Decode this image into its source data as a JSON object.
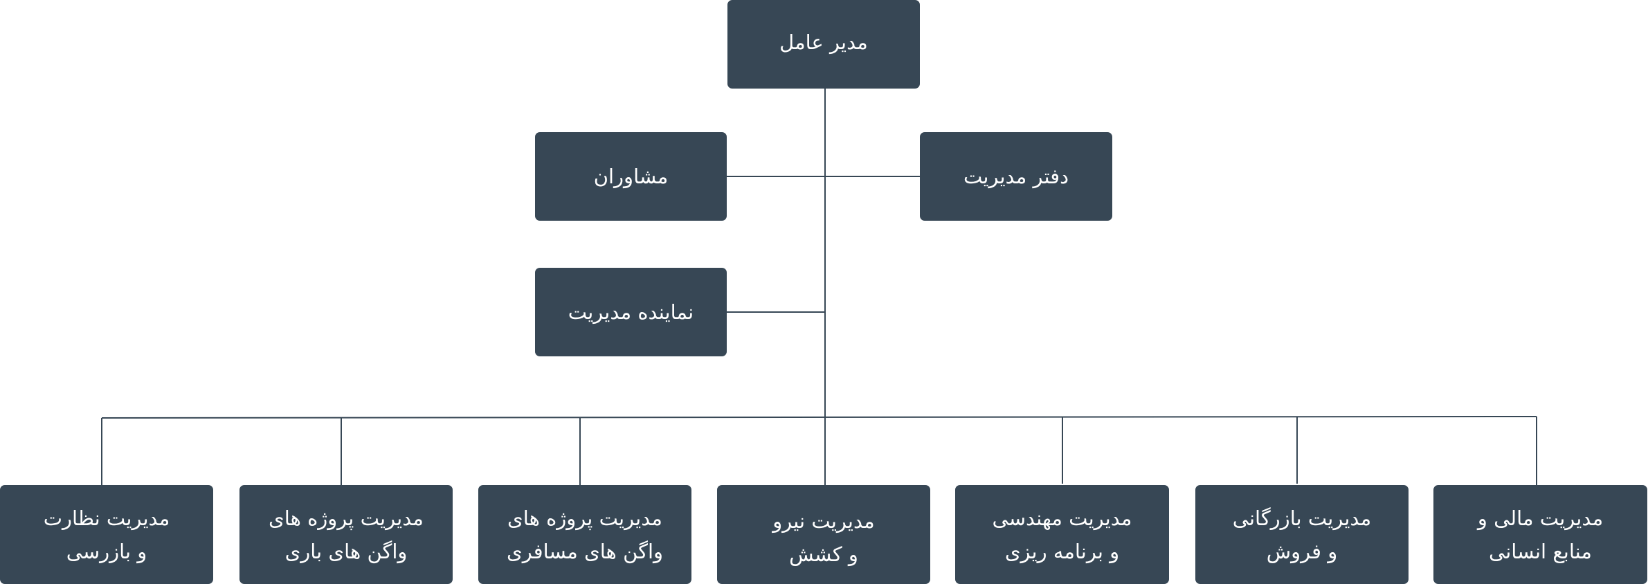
{
  "colors": {
    "box": "#374755",
    "line": "#374755",
    "text": "#ffffff"
  },
  "ceo": {
    "label": "مدیر عامل"
  },
  "advisors": {
    "label": "مشاوران"
  },
  "management_office": {
    "label": "دفتر مدیریت"
  },
  "management_representative": {
    "label": "نماینده مدیریت"
  },
  "departments": [
    {
      "line1": "مدیریت مالی و",
      "line2": "منابع انسانی"
    },
    {
      "line1": "مدیریت بازرگانی",
      "line2": "و فروش"
    },
    {
      "line1": "مدیریت مهندسی",
      "line2": "و برنامه ریزی"
    },
    {
      "line1": "مدیریت نیرو",
      "line2": "و کشش"
    },
    {
      "line1": "مدیریت پروژه های",
      "line2": "واگن های مسافری"
    },
    {
      "line1": "مدیریت پروژه های",
      "line2": "واگن های باری"
    },
    {
      "line1": "مدیریت نظارت",
      "line2": "و بازرسی"
    }
  ]
}
